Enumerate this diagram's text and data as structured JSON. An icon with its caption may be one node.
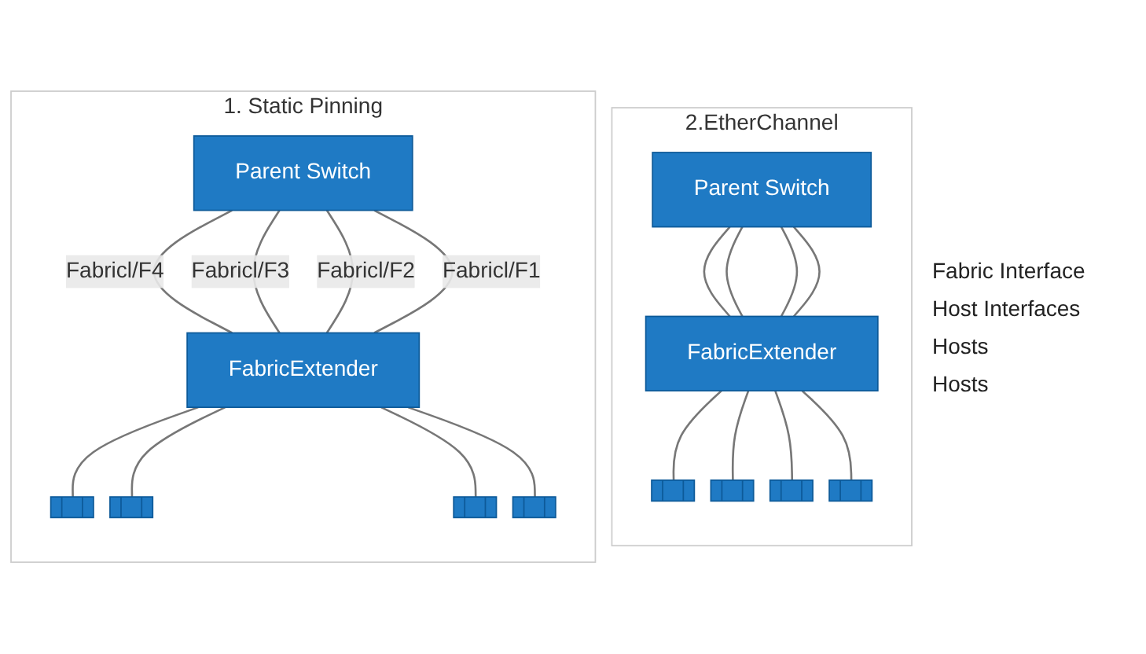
{
  "diagram": {
    "nodes": [
      {
        "text": [
          "1. Static Pinning"
        ]
      },
      {
        "text": [
          "Parent Switch"
        ],
        "in": 0
      },
      {
        "text": [
          "FabricExtender"
        ],
        "in": 0
      },
      {
        "text": [],
        "shape": "box",
        "in": 0
      },
      {
        "text": [],
        "shape": "box",
        "in": 0
      },
      {
        "text": [],
        "shape": "box",
        "in": 0
      },
      {
        "text": [],
        "shape": "box",
        "in": 0
      },
      {
        "text": [
          "2.EtherChannel"
        ]
      },
      {
        "text": [
          "Parent Switch"
        ],
        "in": 7
      },
      {
        "text": [
          "FabricExtender"
        ],
        "in": 7
      },
      {
        "text": [],
        "shape": "box",
        "in": 7
      },
      {
        "text": [],
        "shape": "box",
        "in": 7
      },
      {
        "text": [],
        "shape": "box",
        "in": 7
      },
      {
        "text": [],
        "shape": "box",
        "in": 7
      }
    ],
    "edges": [
      {
        "from": 1,
        "to": 2,
        "arrow": "none",
        "label": "Fabricl/F4"
      },
      {
        "from": 1,
        "to": 2,
        "arrow": "none",
        "label": "Fabricl/F3"
      },
      {
        "from": 1,
        "to": 2,
        "arrow": "none",
        "label": "Fabricl/F2"
      },
      {
        "from": 1,
        "to": 2,
        "arrow": "none",
        "label": "Fabricl/F1"
      },
      {
        "from": 2,
        "to": 3,
        "arrow": "none"
      },
      {
        "from": 2,
        "to": 4,
        "arrow": "none"
      },
      {
        "from": 2,
        "to": 5,
        "arrow": "none"
      },
      {
        "from": 2,
        "to": 6,
        "arrow": "none"
      },
      {
        "from": 8,
        "to": 9,
        "arrow": "none"
      },
      {
        "from": 8,
        "to": 9,
        "arrow": "none"
      },
      {
        "from": 8,
        "to": 9,
        "arrow": "none"
      },
      {
        "from": 8,
        "to": 9,
        "arrow": "none"
      },
      {
        "from": 9,
        "to": 10,
        "arrow": "none"
      },
      {
        "from": 9,
        "to": 11,
        "arrow": "none"
      },
      {
        "from": 9,
        "to": 12,
        "arrow": "none"
      },
      {
        "from": 9,
        "to": 13,
        "arrow": "none"
      }
    ],
    "labels": [
      "Fabric Interface",
      "Host Interfaces",
      "Hosts",
      "Hosts"
    ]
  }
}
